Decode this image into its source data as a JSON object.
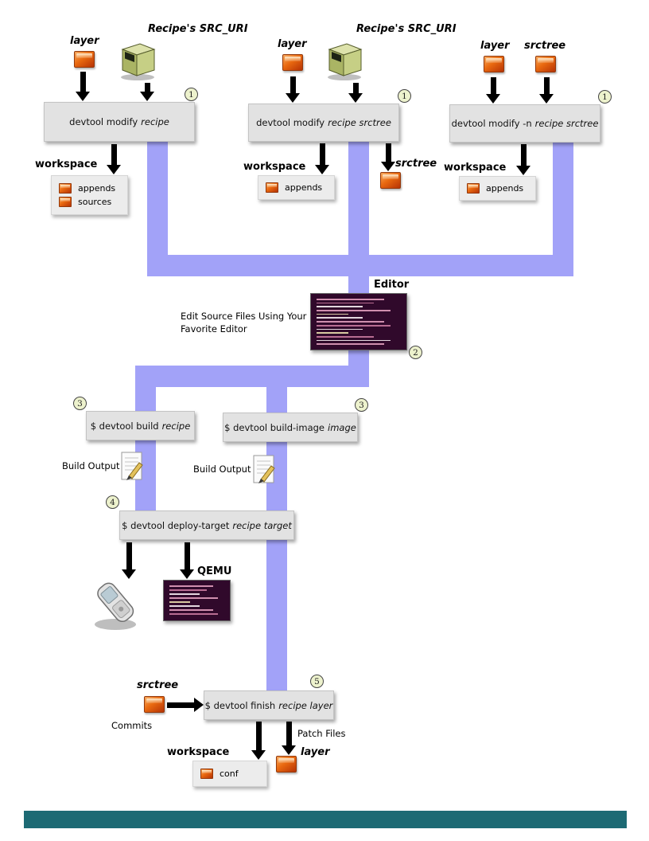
{
  "colors": {
    "connector": "#a2a2f8",
    "box_bg": "#e2e2e2",
    "badge_bg": "#edf2cd",
    "footer": "#1d6a74"
  },
  "flow1": {
    "layer_label": "layer",
    "src_label": "Recipe's SRC_URI",
    "badge": "1",
    "cmd": "devtool modify",
    "cmd_arg": "recipe",
    "workspace_label": "workspace",
    "item1": "appends",
    "item2": "sources"
  },
  "flow2": {
    "layer_label": "layer",
    "src_label": "Recipe's SRC_URI",
    "badge": "1",
    "cmd": "devtool modify",
    "cmd_arg": "recipe srctree",
    "workspace_label": "workspace",
    "item1": "appends",
    "srctree_label": "srctree"
  },
  "flow3": {
    "layer_label": "layer",
    "srctree_label": "srctree",
    "badge": "1",
    "cmd": "devtool modify -n",
    "cmd_arg": "recipe srctree",
    "workspace_label": "workspace",
    "item1": "appends"
  },
  "editor": {
    "title": "Editor",
    "note": "Edit Source Files Using Your Favorite Editor",
    "badge": "2"
  },
  "build_recipe": {
    "badge": "3",
    "cmd": "$ devtool build",
    "cmd_arg": "recipe",
    "output_label": "Build Output"
  },
  "build_image": {
    "badge": "3",
    "cmd": "$ devtool build-image",
    "cmd_arg": "image",
    "output_label": "Build Output"
  },
  "deploy": {
    "badge": "4",
    "cmd": "$ devtool deploy-target",
    "cmd_arg": "recipe target",
    "qemu_label": "QEMU"
  },
  "finish": {
    "badge": "5",
    "cmd": "$ devtool finish",
    "cmd_arg": "recipe layer",
    "srctree_label": "srctree",
    "commits_label": "Commits",
    "patch_label": "Patch Files",
    "workspace_label": "workspace",
    "conf_label": "conf",
    "layer_label": "layer"
  }
}
